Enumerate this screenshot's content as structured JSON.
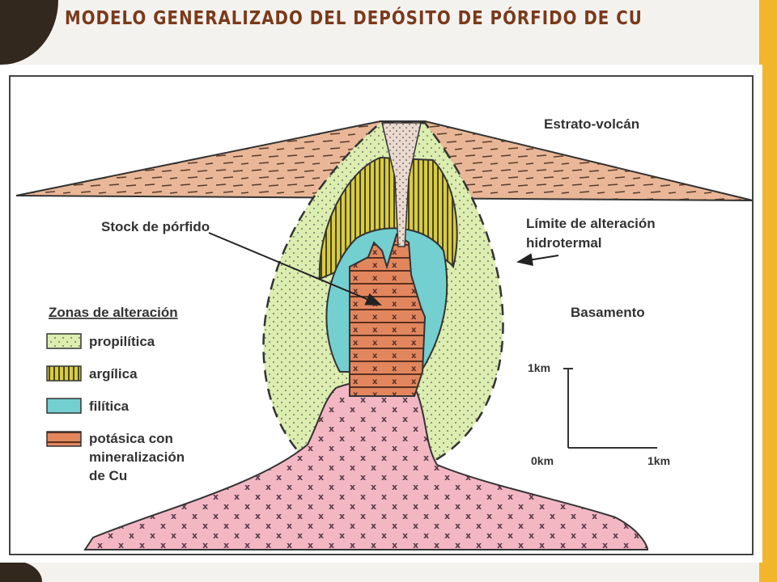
{
  "slide": {
    "title": "MODELO GENERALIZADO DEL DEPÓSITO DE PÓRFIDO DE CU"
  },
  "diagram": {
    "labels": {
      "strato_volcano": "Estrato-volcán",
      "porphyry_stock": "Stock de pórfido",
      "alteration_limit_line1": "Límite de alteración",
      "alteration_limit_line2": "hidrotermal",
      "basement": "Basamento"
    },
    "legend": {
      "title": "Zonas de alteración",
      "items": [
        {
          "lines": [
            "propilítica"
          ],
          "color": "#dcedb0",
          "pattern": "dots"
        },
        {
          "lines": [
            "argílica"
          ],
          "color": "#d8cc40",
          "pattern": "vertical-stripes"
        },
        {
          "lines": [
            "filítica"
          ],
          "color": "#74cfd0",
          "pattern": "none"
        },
        {
          "lines": [
            "potásica con",
            "mineralización",
            "de Cu"
          ],
          "color": "#e2865e",
          "pattern": "horizontal-stripes"
        }
      ]
    },
    "scale": {
      "vertical_label": "1km",
      "origin_label": "0km",
      "horizontal_label": "1km"
    },
    "colors": {
      "volcano": "#e9b797",
      "propylitic": "#dcedb0",
      "argillic": "#d8cc40",
      "phyllic": "#74cfd0",
      "potassic": "#e2865e",
      "intrusion": "#f3b7c4",
      "accent_stripe": "#f1b62c",
      "title": "#7a3a1a"
    }
  }
}
